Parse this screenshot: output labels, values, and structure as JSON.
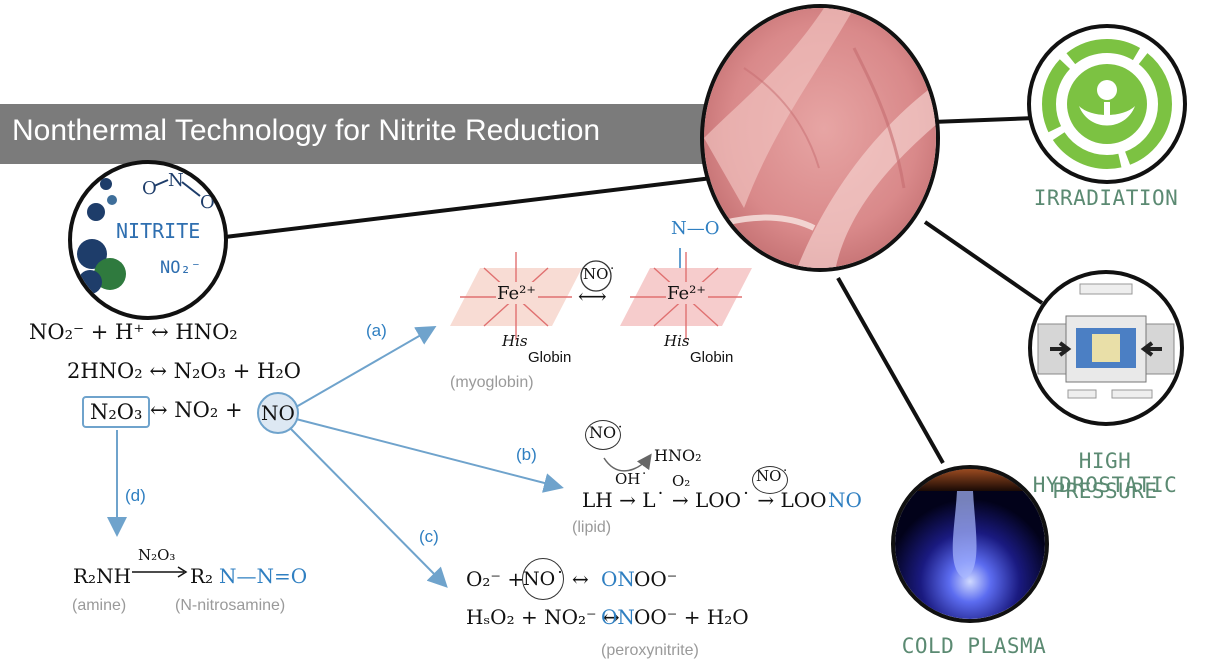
{
  "banner": {
    "title": "Nonthermal Technology for Nitrite Reduction"
  },
  "nitrite_badge": {
    "label": "NITRITE",
    "formula": "NO₂⁻"
  },
  "equations": {
    "eq1": "NO₂⁻ + H⁺ ↔ HNO₂",
    "eq2": "2HNO₂ ↔ N₂O₃ + H₂O",
    "eq3_boxed": "N₂O₃",
    "eq3_rest": "↔ NO₂ +",
    "eq3_circled": "NO"
  },
  "pathways": {
    "a": "(a)",
    "b": "(b)",
    "c": "(c)",
    "d": "(d)"
  },
  "myoglobin": {
    "fe": "Fe²⁺",
    "his": "His",
    "globin": "Globin",
    "no_radical": "NO˙",
    "arrow": "⟷",
    "nitroso": "N—O",
    "caption": "(myoglobin)"
  },
  "lipid": {
    "no_radical": "NO˙",
    "hno2": "HNO₂",
    "chain": "LH → L˙ → LOO˙ → LOO",
    "oh": "OH˙",
    "o2": "O₂",
    "no_over": "NO˙",
    "no_end": "NO",
    "caption": "(lipid)"
  },
  "peroxynitrite": {
    "line1_a": "O₂⁻ +",
    "line1_no": "NO˙",
    "line1_b": "↔",
    "line1_on": "ON",
    "line1_c": "OO⁻",
    "line2_a": "HₛO₂ + NO₂⁻ ↔",
    "line2_on": "ON",
    "line2_c": "OO⁻ + H₂O",
    "caption": "(peroxynitrite)"
  },
  "nitrosamine": {
    "reactant": "R₂NH",
    "reagent": "N₂O₃",
    "product_r": "R₂",
    "product_n": "N—N=O",
    "amine_caption": "(amine)",
    "product_caption": "(N-nitrosamine)"
  },
  "technologies": {
    "irradiation": "IRRADIATION",
    "hpp_line1": "HIGH HYDROSTATIC",
    "hpp_line2": "PRESSURE",
    "plasma": "COLD PLASMA"
  },
  "colors": {
    "accent_blue": "#2f7fc1",
    "tech_green": "#5b8a72",
    "radura_green": "#7cc242",
    "banner_gray": "#7b7b7b"
  }
}
